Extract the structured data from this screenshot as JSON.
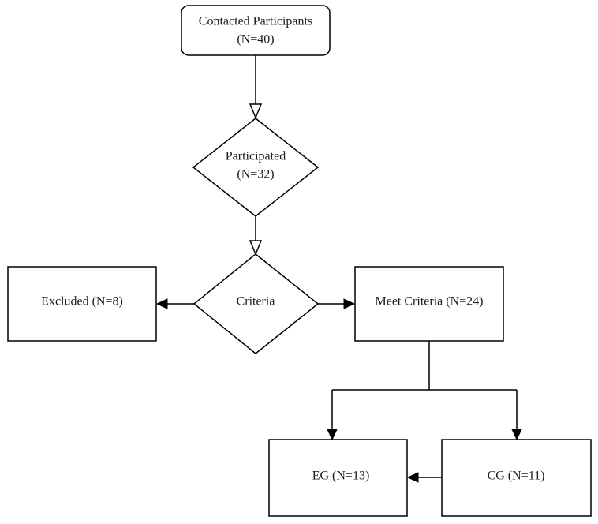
{
  "nodes": {
    "contacted": {
      "line1": "Contacted Participants",
      "line2": "(N=40)"
    },
    "participated": {
      "line1": "Participated",
      "line2": "(N=32)"
    },
    "criteria": {
      "label": "Criteria"
    },
    "excluded": {
      "label": "Excluded (N=8)"
    },
    "meet_criteria": {
      "label": "Meet Criteria (N=24)"
    },
    "eg": {
      "label": "EG (N=13)"
    },
    "cg": {
      "label": "CG (N=11)"
    }
  }
}
